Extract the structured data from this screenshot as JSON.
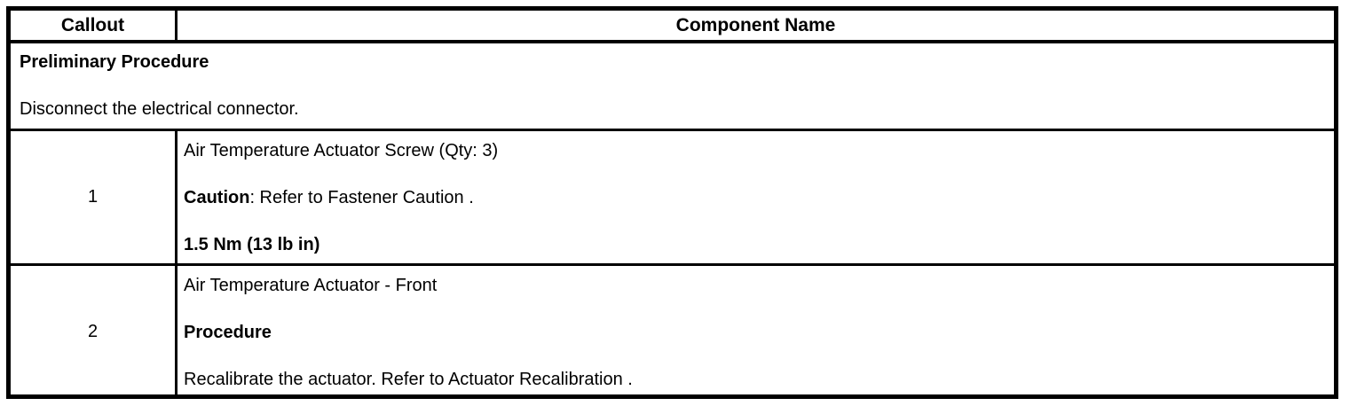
{
  "table": {
    "header": {
      "callout_label": "Callout",
      "component_label": "Component Name"
    },
    "preliminary": {
      "heading": "Preliminary Procedure",
      "instruction": "Disconnect the electrical connector."
    },
    "rows": [
      {
        "callout": "1",
        "component": "Air Temperature Actuator Screw (Qty: 3)",
        "caution_label": "Caution",
        "caution_text": ": Refer to Fastener Caution .",
        "torque": "1.5 Nm (13 lb in)"
      },
      {
        "callout": "2",
        "component": "Air Temperature Actuator - Front",
        "procedure_label": "Procedure",
        "procedure_text": "Recalibrate the actuator. Refer to Actuator Recalibration ."
      }
    ]
  },
  "colors": {
    "border": "#000000",
    "text": "#000000",
    "background": "#ffffff"
  }
}
